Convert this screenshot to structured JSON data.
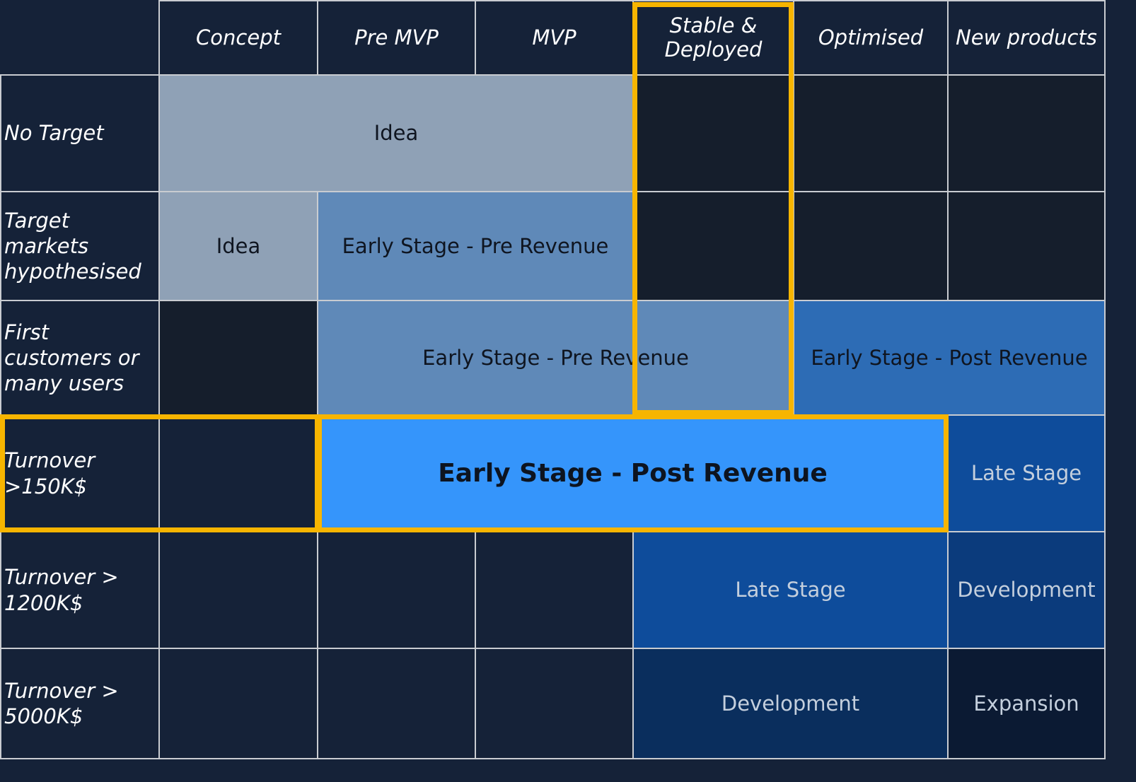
{
  "columns": [
    "Concept",
    "Pre MVP",
    "MVP",
    "Stable & Deployed",
    "Optimised",
    "New products"
  ],
  "rows": [
    "No Target",
    "Target markets hypothesised",
    "First customers or many users",
    "Turnover >150K$",
    "Turnover > 1200K$",
    "Turnover > 5000K$"
  ],
  "regions": {
    "no_target_idea": "Idea",
    "target_idea": "Idea",
    "target_pre_revenue": "Early Stage - Pre Revenue",
    "first_pre_revenue": "Early Stage - Pre Revenue",
    "first_post_revenue": "Early Stage - Post Revenue",
    "t150_post_revenue": "Early Stage - Post Revenue",
    "t150_late_stage": "Late Stage",
    "t1200_late_stage": "Late Stage",
    "t1200_development": "Development",
    "t5000_development": "Development",
    "t5000_expansion": "Expansion"
  },
  "colors": {
    "background": "#152238",
    "idea": "#8fa1b6",
    "pre_revenue": "#5f89b8",
    "post_revenue_light": "#2d6cb5",
    "post_revenue_highlight": "#3595fb",
    "late_stage": "#0e4c9b",
    "development_mid": "#0b3b7c",
    "development_dark": "#0a2e5d",
    "expansion": "#0b1a33",
    "highlight_border": "#f7b500"
  }
}
